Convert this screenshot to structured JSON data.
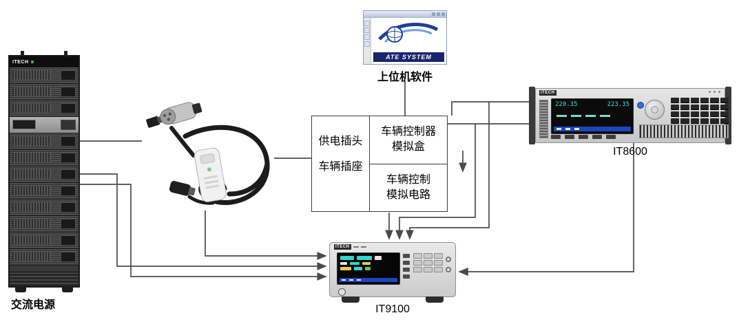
{
  "labels": {
    "ac_source": "交流电源",
    "host_software": "上位机软件",
    "it8600": "IT8600",
    "it9100": "IT9100"
  },
  "sim_box": {
    "plug": "供电插头",
    "socket": "车辆插座",
    "controller_l1": "车辆控制器",
    "controller_l2": "模拟盒",
    "circuit_l1": "车辆控制",
    "circuit_l2": "模拟电路"
  },
  "software": {
    "banner": "ATE SYSTEM"
  },
  "brand": "ITECH",
  "it8600_screen": {
    "v1": "220.35",
    "v2": "223.35"
  },
  "colors": {
    "wire": "#4a4a4a",
    "screen_teal": "#35e0d5",
    "banner_navy": "#18256e"
  }
}
